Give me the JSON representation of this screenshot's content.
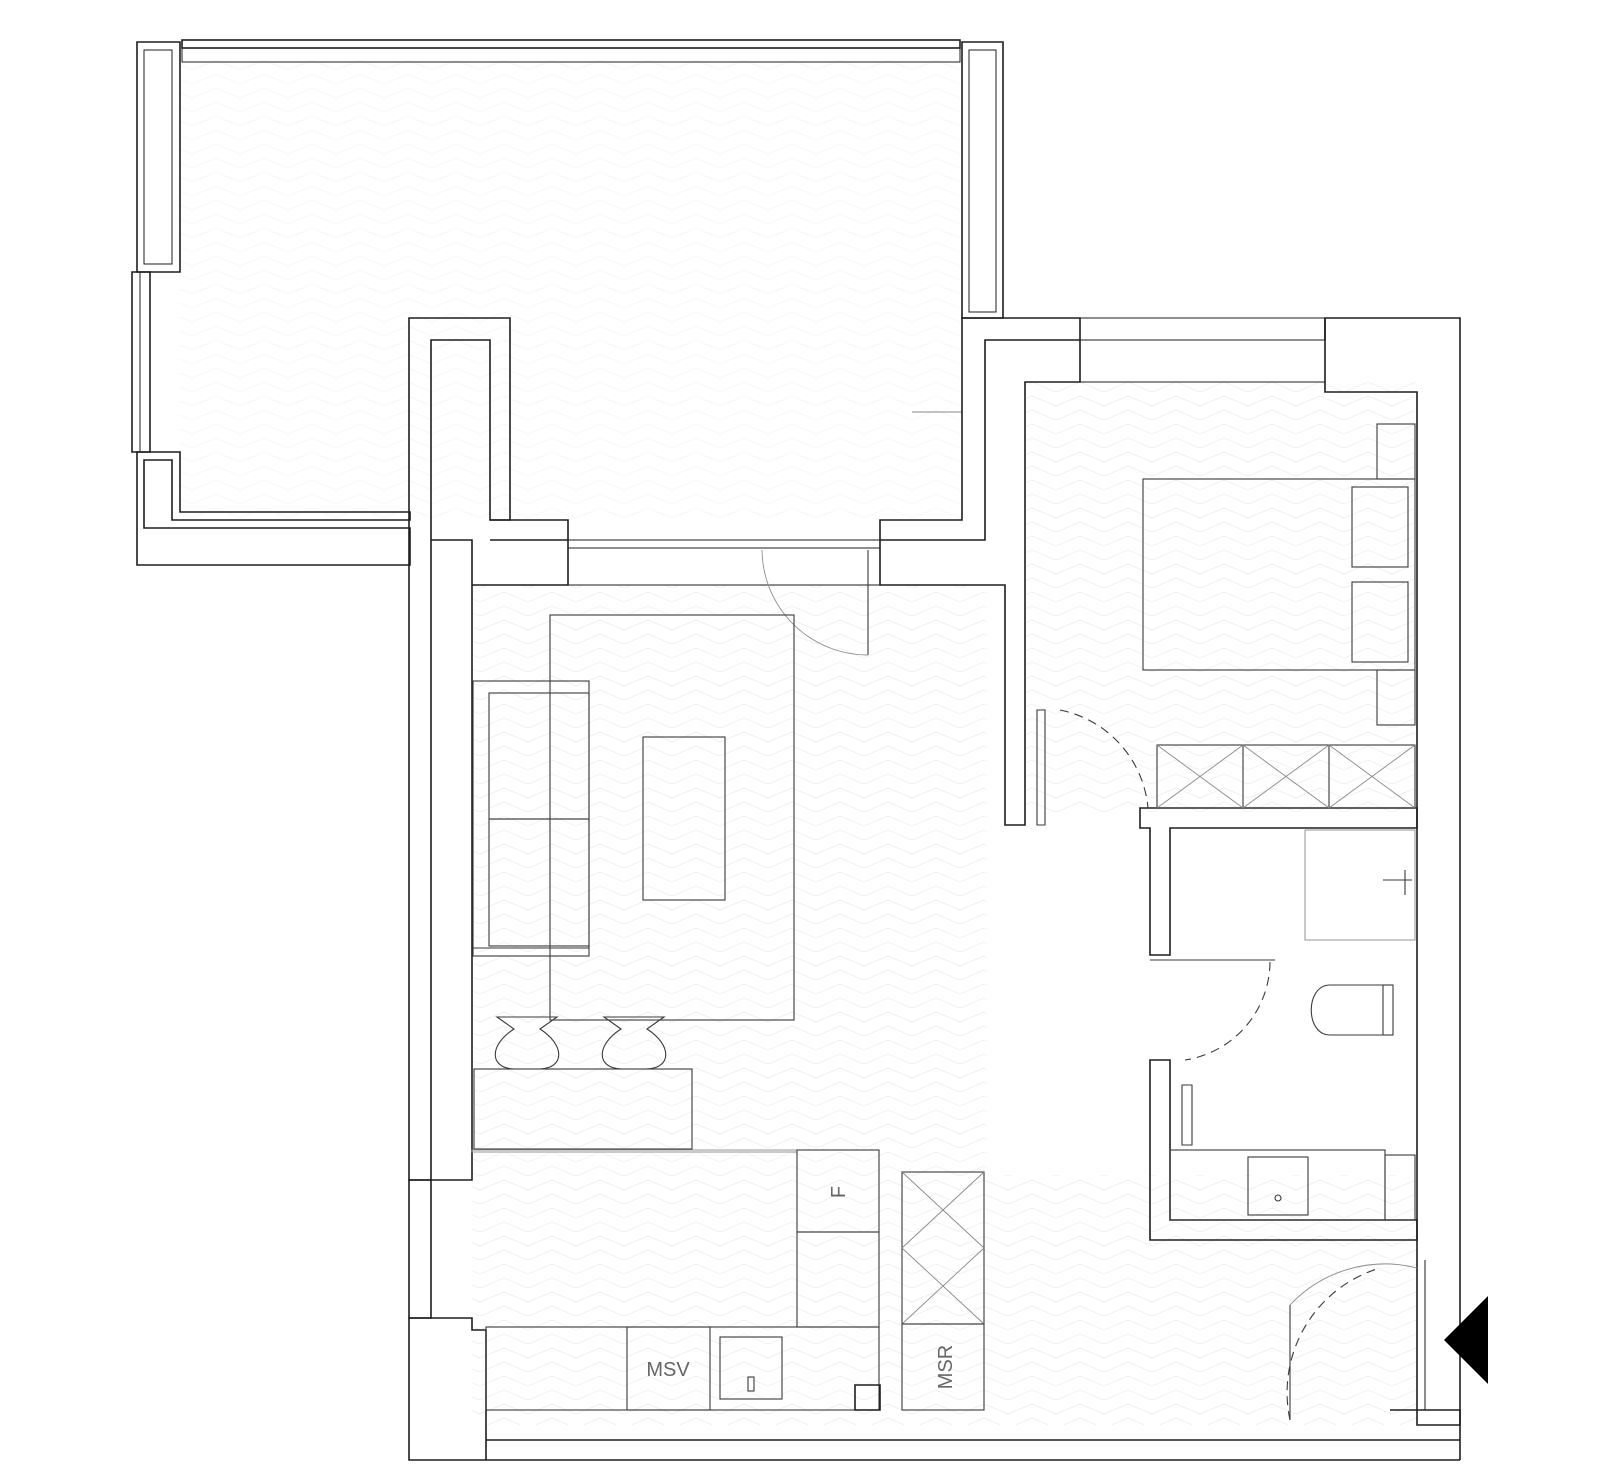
{
  "labels": {
    "fridge": "F",
    "msv": "MSV",
    "msr": "MSR"
  },
  "colors": {
    "line": "#1e1e1e",
    "furniture": "#3a3a3a",
    "light": "#8a8a8a",
    "floor_hatch": "#f0f0f0",
    "label_text": "#666666",
    "entry_marker": "#000000"
  }
}
